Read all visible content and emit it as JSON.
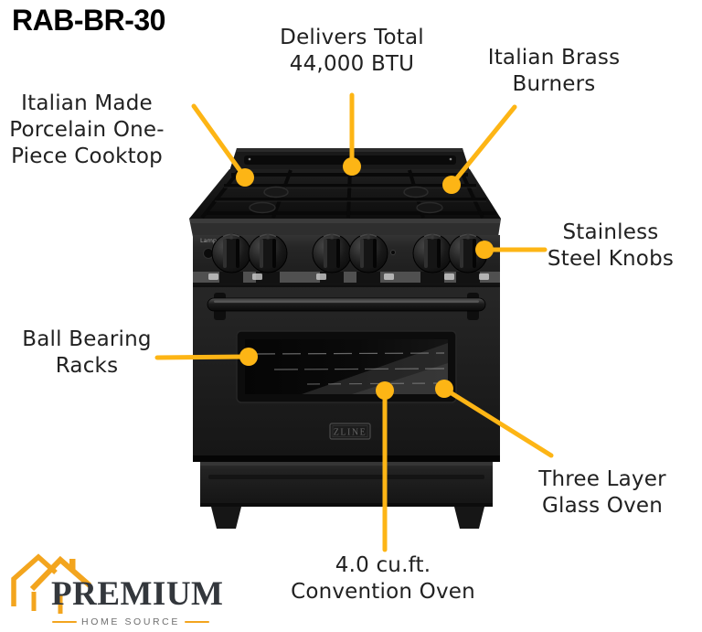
{
  "title": "RAB-BR-30",
  "colors": {
    "accent": "#FDB515",
    "logo_orange": "#F3A51E",
    "logo_text": "#33373C",
    "tagline_text": "#6F6F6F",
    "label_text": "#212121",
    "title_text": "#000000"
  },
  "callouts": {
    "total_btu": {
      "lines": [
        "Delivers Total",
        "44,000 BTU"
      ]
    },
    "brass_burners": {
      "lines": [
        "Italian Brass",
        "Burners"
      ]
    },
    "cooktop": {
      "lines": [
        "Italian Made",
        "Porcelain One-",
        "Piece Cooktop"
      ]
    },
    "knobs": {
      "lines": [
        "Stainless",
        "Steel Knobs"
      ]
    },
    "racks": {
      "lines": [
        "Ball Bearing",
        "Racks"
      ]
    },
    "glass_oven": {
      "lines": [
        "Three Layer",
        "Glass Oven"
      ]
    },
    "convection_oven": {
      "lines": [
        "4.0 cu.ft.",
        "Convention Oven"
      ]
    }
  },
  "range": {
    "brand_badge": "ZLINE",
    "lamp_label": "Lamp"
  },
  "logo": {
    "name": "PREMIUM",
    "tagline": "HOME SOURCE"
  }
}
